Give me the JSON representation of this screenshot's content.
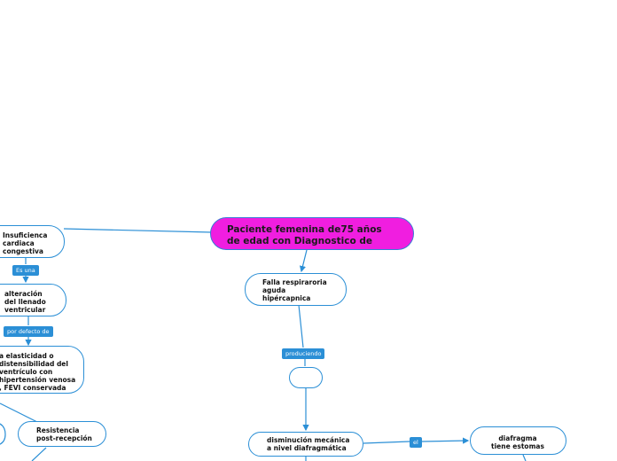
{
  "central": "Paciente femenina de75  años\nde edad con Diagnostico de",
  "nodes": {
    "insuficiencia": "Insuficienca\ncardiaca\ncongestiva",
    "alteracion": "alteración\ndel llenado\nventricular",
    "elasticidad": "a elasticidad o\ndistensibilidad del\nventrículo con\nhipertensión venosa\n, FEVI conservada",
    "resistencia": "Resistencia\npost-recepción",
    "falla": "Falla respiraroria\naguda\nhipércapnica",
    "empty": "",
    "disminucion": "disminución mecánica\na nivel diafragmática",
    "diafragma": "diafragma\ntiene estomas"
  },
  "labels": {
    "es_una": "Es una",
    "por_defecto": "por defecto de",
    "produciendo": "produciendo",
    "el": "el"
  },
  "colors": {
    "line": "#2b8fd6",
    "central": "#f01ee0"
  }
}
